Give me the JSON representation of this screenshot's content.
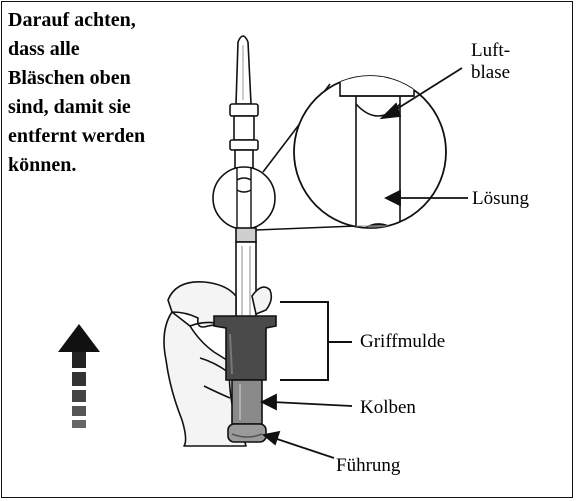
{
  "instruction_text": "Darauf achten,\ndass alle\nBläschen oben\nsind, damit sie\nentfernt werden\nkönnen.",
  "labels": {
    "air_bubble": "Luft-\nblase",
    "solution": "Lösung",
    "finger_grip": "Griffmulde",
    "plunger": "Kolben",
    "guide": "Führung"
  },
  "colors": {
    "line": "#111111",
    "grip_dark": "#4a4a4a",
    "plunger_gray": "#8a8a8a",
    "solution_gray": "#9a9a9a",
    "hand_fill": "#f4f4f4"
  },
  "icons": {
    "direction_arrow": "up-arrow-icon"
  }
}
